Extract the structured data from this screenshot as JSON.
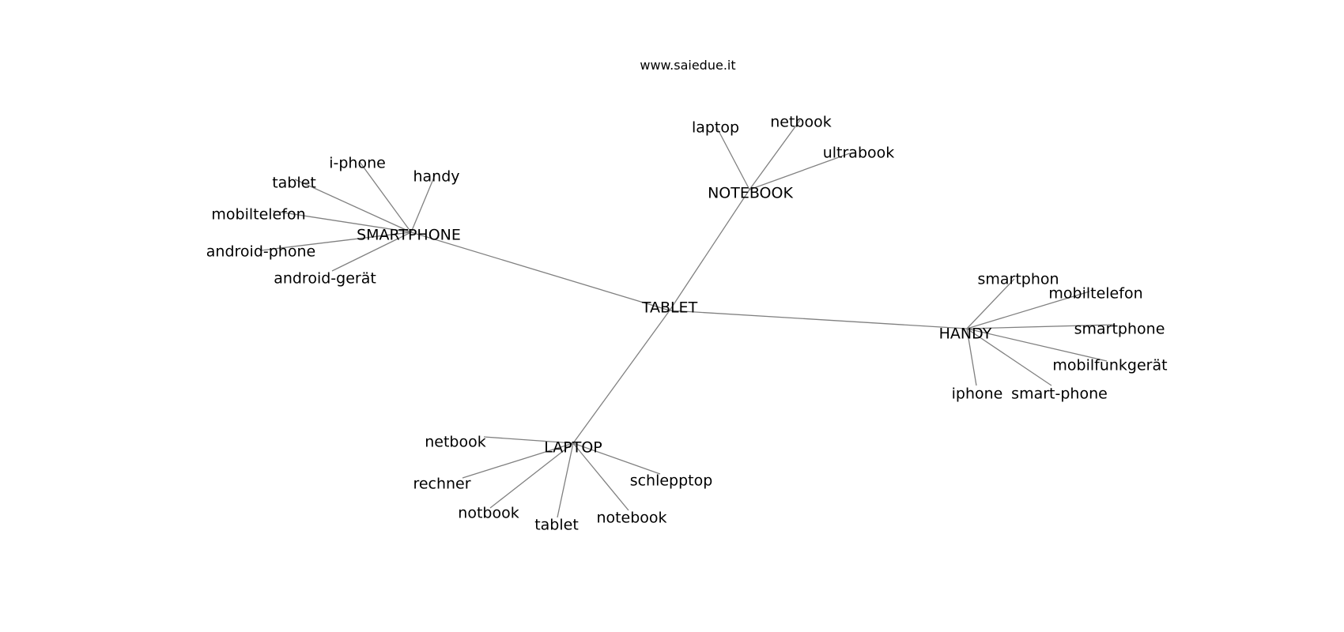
{
  "header": {
    "site": "www.saiedue.it"
  },
  "colors": {
    "background": "#ffffff",
    "edge": "#808080",
    "text": "#000000"
  },
  "graph": {
    "nodes": [
      {
        "id": "tablet_center",
        "label": "TABLET",
        "name": "node-tablet"
      },
      {
        "id": "smartphone_hub",
        "label": "SMARTPHONE",
        "name": "node-smartphone"
      },
      {
        "id": "notebook_hub",
        "label": "NOTEBOOK",
        "name": "node-notebook"
      },
      {
        "id": "handy_hub",
        "label": "HANDY",
        "name": "node-handy"
      },
      {
        "id": "laptop_hub",
        "label": "LAPTOP",
        "name": "node-laptop"
      },
      {
        "id": "sp_iphone",
        "label": "i-phone",
        "name": "node-i-phone"
      },
      {
        "id": "sp_tablet",
        "label": "tablet",
        "name": "node-tablet-leaf"
      },
      {
        "id": "sp_handy",
        "label": "handy",
        "name": "node-handy-leaf"
      },
      {
        "id": "sp_mobiltelefon",
        "label": "mobiltelefon",
        "name": "node-mobiltelefon"
      },
      {
        "id": "sp_androidphone",
        "label": "android-phone",
        "name": "node-android-phone"
      },
      {
        "id": "sp_androidgeraet",
        "label": "android-gerät",
        "name": "node-android-geraet"
      },
      {
        "id": "nb_laptop",
        "label": "laptop",
        "name": "node-laptop-leaf"
      },
      {
        "id": "nb_netbook",
        "label": "netbook",
        "name": "node-netbook"
      },
      {
        "id": "nb_ultrabook",
        "label": "ultrabook",
        "name": "node-ultrabook"
      },
      {
        "id": "h_smartphon",
        "label": "smartphon",
        "name": "node-smartphon"
      },
      {
        "id": "h_mobiltelefon",
        "label": "mobiltelefon",
        "name": "node-mobiltelefon"
      },
      {
        "id": "h_smartphone",
        "label": "smartphone",
        "name": "node-smartphone-leaf"
      },
      {
        "id": "h_mobilfunkgeraet",
        "label": "mobilfunkgerät",
        "name": "node-mobilfunkgeraet"
      },
      {
        "id": "h_iphone",
        "label": "iphone",
        "name": "node-iphone"
      },
      {
        "id": "h_smartdashphone",
        "label": "smart-phone",
        "name": "node-smart-phone"
      },
      {
        "id": "l_netbook",
        "label": "netbook",
        "name": "node-netbook"
      },
      {
        "id": "l_rechner",
        "label": "rechner",
        "name": "node-rechner"
      },
      {
        "id": "l_notbook",
        "label": "notbook",
        "name": "node-notbook"
      },
      {
        "id": "l_tablet",
        "label": "tablet",
        "name": "node-tablet-leaf"
      },
      {
        "id": "l_notebook",
        "label": "notebook",
        "name": "node-notebook-leaf"
      },
      {
        "id": "l_schlepptop",
        "label": "schlepptop",
        "name": "node-schlepptop"
      }
    ],
    "edges": [
      [
        "tablet_center",
        "smartphone_hub"
      ],
      [
        "tablet_center",
        "notebook_hub"
      ],
      [
        "tablet_center",
        "handy_hub"
      ],
      [
        "tablet_center",
        "laptop_hub"
      ],
      [
        "smartphone_hub",
        "sp_iphone"
      ],
      [
        "smartphone_hub",
        "sp_tablet"
      ],
      [
        "smartphone_hub",
        "sp_handy"
      ],
      [
        "smartphone_hub",
        "sp_mobiltelefon"
      ],
      [
        "smartphone_hub",
        "sp_androidphone"
      ],
      [
        "smartphone_hub",
        "sp_androidgeraet"
      ],
      [
        "notebook_hub",
        "nb_laptop"
      ],
      [
        "notebook_hub",
        "nb_netbook"
      ],
      [
        "notebook_hub",
        "nb_ultrabook"
      ],
      [
        "handy_hub",
        "h_smartphon"
      ],
      [
        "handy_hub",
        "h_mobiltelefon"
      ],
      [
        "handy_hub",
        "h_smartphone"
      ],
      [
        "handy_hub",
        "h_mobilfunkgeraet"
      ],
      [
        "handy_hub",
        "h_iphone"
      ],
      [
        "handy_hub",
        "h_smartdashphone"
      ],
      [
        "laptop_hub",
        "l_netbook"
      ],
      [
        "laptop_hub",
        "l_rechner"
      ],
      [
        "laptop_hub",
        "l_notbook"
      ],
      [
        "laptop_hub",
        "l_tablet"
      ],
      [
        "laptop_hub",
        "l_notebook"
      ],
      [
        "laptop_hub",
        "l_schlepptop"
      ]
    ]
  }
}
